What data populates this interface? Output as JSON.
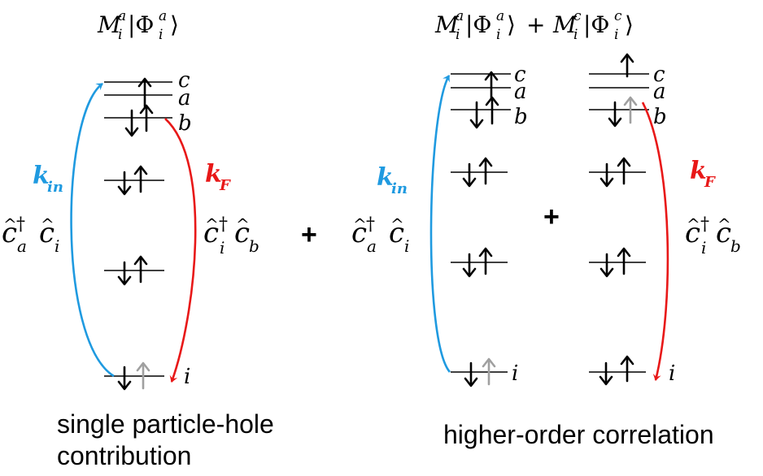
{
  "left_panel": {
    "title": "M_i^a |Φ_i^a⟩",
    "levels": {
      "c": "c",
      "a": "a",
      "b": "b",
      "i": "i"
    },
    "k_in": {
      "k": "k",
      "sub": "in"
    },
    "k_F": {
      "k": "k",
      "sub": "F"
    },
    "op_left": "ĉ_a† ĉ_i",
    "op_right": "ĉ_i† ĉ_b",
    "caption_line1": "single particle-hole",
    "caption_line2": "contribution"
  },
  "plus_between_panels": "+",
  "right_panel": {
    "title": "M_i^a |Φ_i^a⟩ + M_i^c |Φ_i^c⟩",
    "levels": {
      "c": "c",
      "a": "a",
      "b": "b",
      "i": "i"
    },
    "k_in": {
      "k": "k",
      "sub": "in"
    },
    "k_F": {
      "k": "k",
      "sub": "F"
    },
    "op_left": "ĉ_a† ĉ_i",
    "op_right": "ĉ_i† ĉ_b",
    "plus_inner": "+",
    "caption": "higher-order correlation"
  },
  "colors": {
    "k_in_arrow": "#1f9ae0",
    "k_F_arrow": "#e81818",
    "electron": "#000000",
    "hole_ghost": "#a0a0a0"
  }
}
